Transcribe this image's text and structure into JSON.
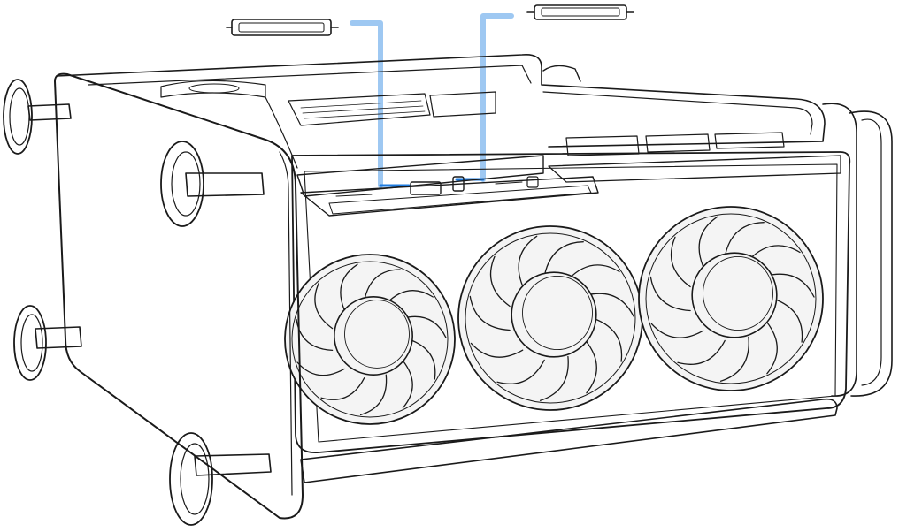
{
  "colors": {
    "background": "#ffffff",
    "line": "#1a1a1a",
    "light_fill": "#f4f4f4",
    "mid_fill": "#e6e6e6",
    "dark_fill": "#cfcfcf",
    "arrow": "#1f7ce0",
    "arrow_light": "#9ec8f2"
  },
  "illustration": {
    "subject_icon": "mac-pro-chassis-icon",
    "parts": [
      {
        "name": "ssd-module-left",
        "icon": "ssd-module-icon"
      },
      {
        "name": "ssd-module-right",
        "icon": "ssd-module-icon"
      }
    ],
    "guides": [
      {
        "name": "insert-arrow-left",
        "icon": "guide-arrow-icon"
      },
      {
        "name": "insert-arrow-right",
        "icon": "guide-arrow-icon"
      }
    ],
    "fan_count": 3
  }
}
